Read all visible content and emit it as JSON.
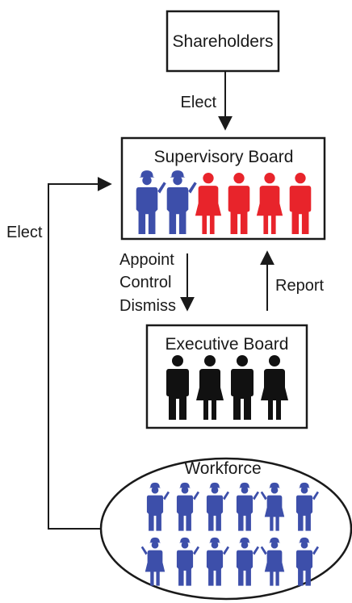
{
  "nodes": {
    "shareholders": {
      "label": "Shareholders"
    },
    "supervisory_board": {
      "label": "Supervisory Board"
    },
    "executive_board": {
      "label": "Executive Board"
    },
    "workforce": {
      "label": "Workforce"
    }
  },
  "edges": {
    "shareholders_elect": {
      "label": "Elect"
    },
    "workforce_elect": {
      "label": "Elect"
    },
    "board_actions": {
      "lines": [
        "Appoint",
        "Control",
        "Dismiss"
      ]
    },
    "report": {
      "label": "Report"
    }
  },
  "figures": {
    "supervisory_board": [
      {
        "icon": "worker-male-icon",
        "group": "workforce-representative"
      },
      {
        "icon": "worker-male-icon",
        "group": "workforce-representative"
      },
      {
        "icon": "person-female-icon",
        "group": "shareholder-representative"
      },
      {
        "icon": "person-male-icon",
        "group": "shareholder-representative"
      },
      {
        "icon": "person-female-icon",
        "group": "shareholder-representative"
      },
      {
        "icon": "person-male-icon",
        "group": "shareholder-representative"
      }
    ],
    "executive_board": [
      {
        "icon": "person-male-icon"
      },
      {
        "icon": "person-female-icon"
      },
      {
        "icon": "person-male-icon"
      },
      {
        "icon": "person-female-icon"
      }
    ],
    "workforce_rows": [
      [
        "worker-male-icon",
        "worker-male-icon",
        "worker-male-icon",
        "worker-male-icon",
        "worker-female-icon",
        "worker-male-icon"
      ],
      [
        "worker-female-icon",
        "worker-male-icon",
        "worker-male-icon",
        "worker-male-icon",
        "worker-female-icon",
        "worker-male-icon"
      ]
    ]
  },
  "colors": {
    "line": "#1a1a1a",
    "workforce_blue": "#3d4faa",
    "shareholder_red": "#e8242b",
    "executive_black": "#111111"
  }
}
